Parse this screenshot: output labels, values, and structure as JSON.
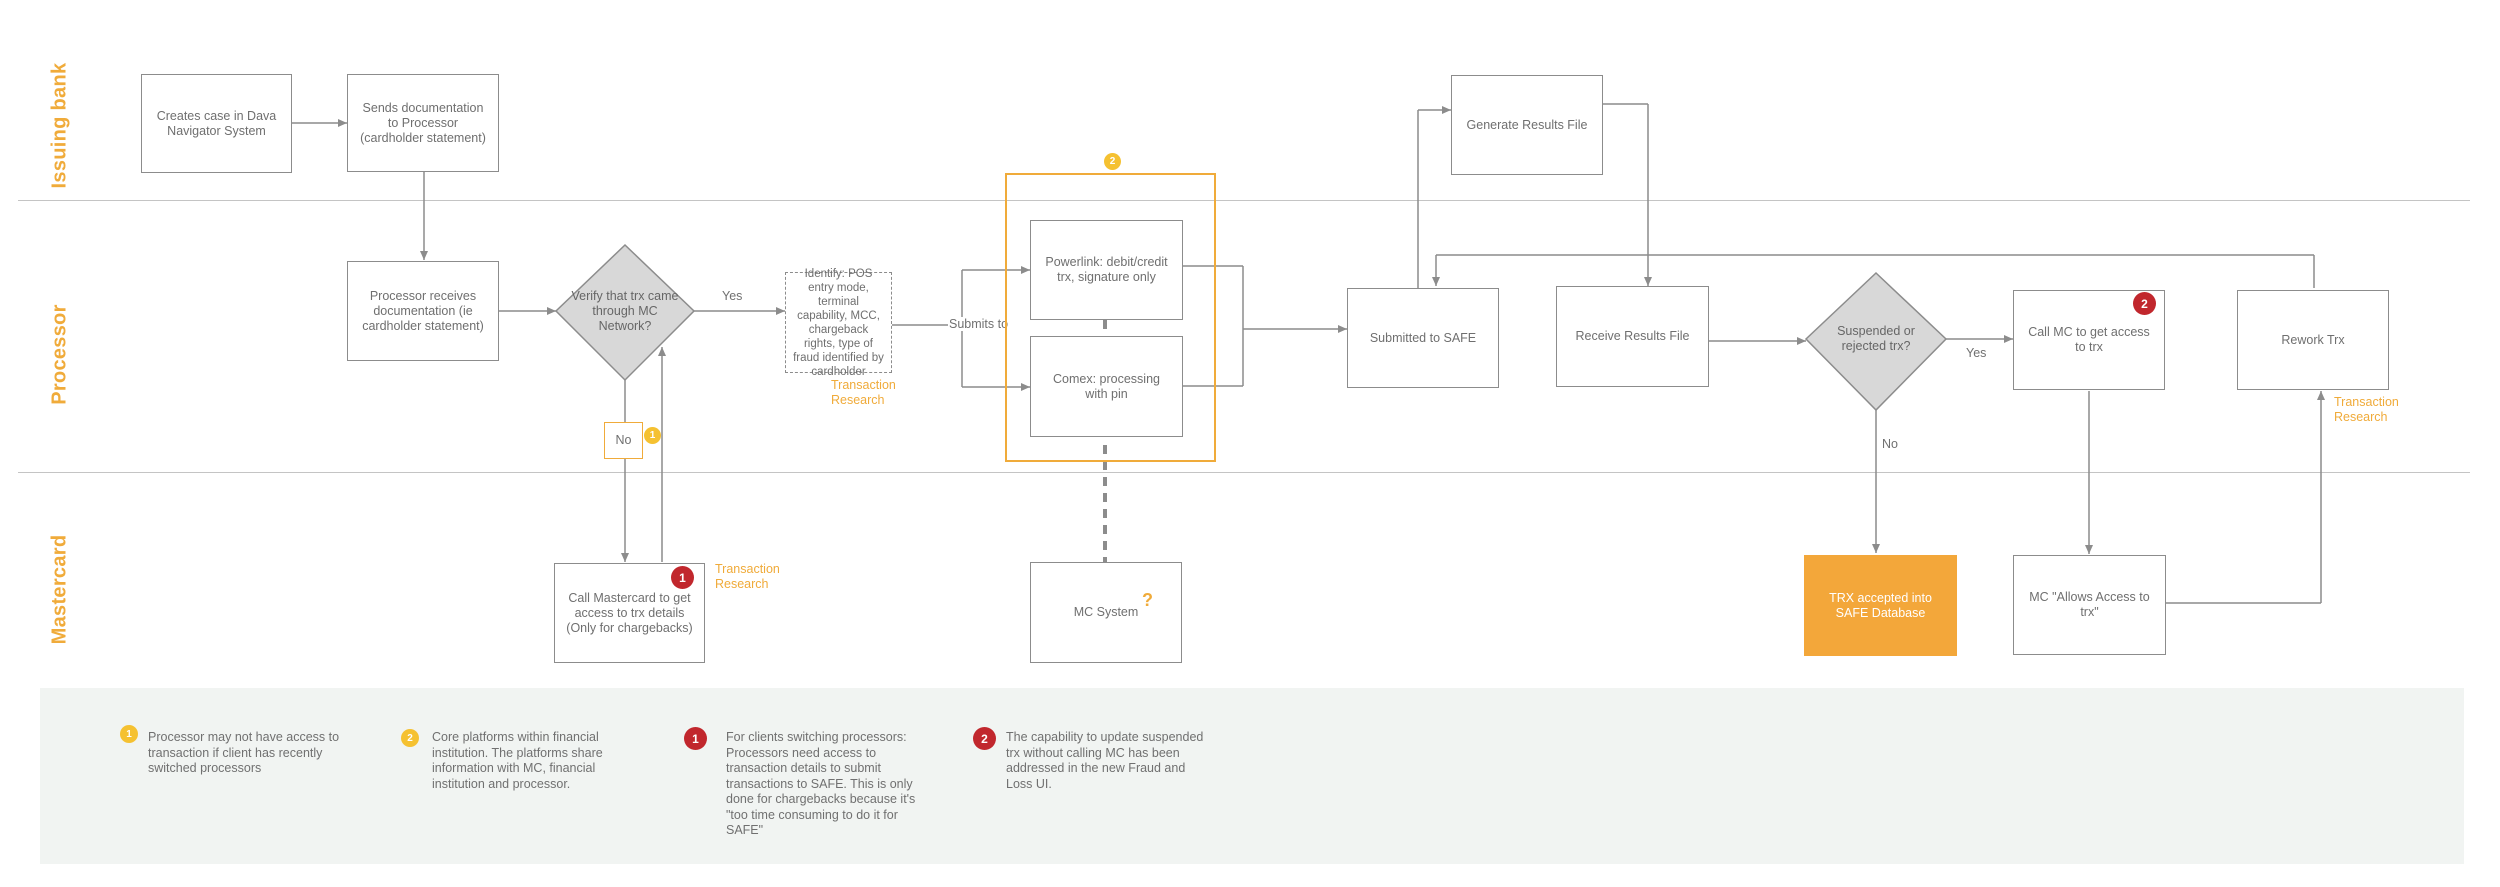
{
  "lanes": {
    "issuing_bank": "Issuing bank",
    "processor": "Processor",
    "mastercard": "Mastercard"
  },
  "nodes": {
    "creates_case": "Creates case in Dava Navigator System",
    "sends_docs": "Sends documentation to Processor (cardholder statement)",
    "processor_receives": "Processor receives documentation (ie cardholder statement)",
    "verify_trx": "Verify that trx came through MC Network?",
    "identify": "Identify: POS entry mode, terminal capability, MCC, chargeback rights, type of fraud identified by cardholder",
    "powerlink": "Powerlink: debit/credit trx, signature only",
    "comex": "Comex: processing with pin",
    "submitted_safe": "Submitted to SAFE",
    "generate_results": "Generate Results File",
    "receive_results": "Receive Results File",
    "suspended_rejected": "Suspended or rejected trx?",
    "call_mc_access": "Call MC to get access to trx",
    "rework_trx": "Rework Trx",
    "call_mastercard": "Call Mastercard to get access to trx details (Only for chargebacks)",
    "mc_system": "MC System",
    "trx_accepted": "TRX accepted into SAFE Database",
    "mc_allows": "MC \"Allows Access to trx\"",
    "no_box": "No"
  },
  "edge_labels": {
    "yes_verify": "Yes",
    "submits_to": "Submits to",
    "yes_suspended": "Yes",
    "no_suspended": "No"
  },
  "notes": {
    "transaction_research_1": "Transaction Research",
    "transaction_research_2": "Transaction Research",
    "transaction_research_3": "Transaction Research"
  },
  "badges": {
    "b1": "1",
    "b2": "2",
    "q": "?"
  },
  "legend": [
    {
      "badge": "1",
      "color": "yellow",
      "text": "Processor may not have access to transaction if client has recently switched processors"
    },
    {
      "badge": "2",
      "color": "yellow",
      "text": "Core platforms within financial institution. The platforms share information with MC, financial institution and processor."
    },
    {
      "badge": "1",
      "color": "red",
      "text": "For clients switching processors: Processors need access to transaction details to submit transactions to SAFE. This is only done for chargebacks because it's \"too time consuming to do it for SAFE\""
    },
    {
      "badge": "2",
      "color": "red",
      "text": "The capability to update suspended trx without calling MC has been addressed in the new Fraud and Loss UI."
    }
  ],
  "colors": {
    "accent": "#f0ab3a",
    "orange_fill": "#f3a73a",
    "red_badge": "#c1272d",
    "yellow_badge": "#f5c131",
    "line": "#8c8c8c",
    "diamond_fill": "#d8d8d8",
    "legend_bg": "#f1f4f2"
  }
}
